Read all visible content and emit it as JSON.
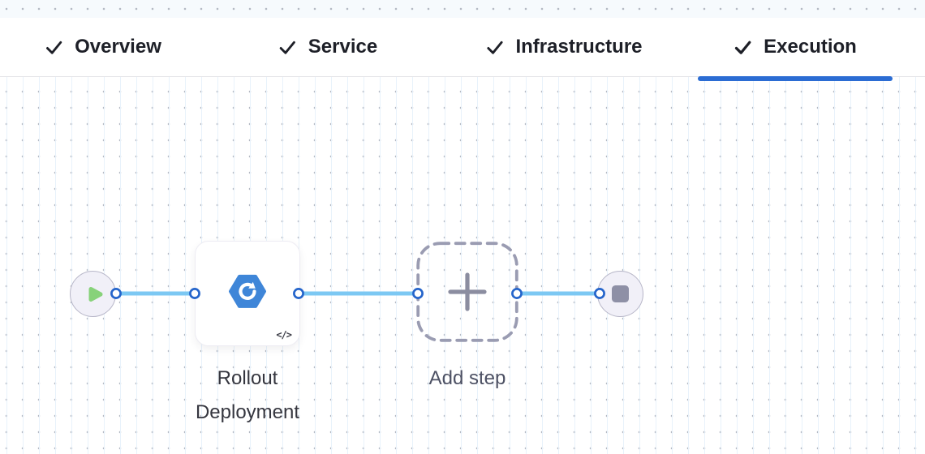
{
  "tabs": {
    "items": [
      {
        "label": "Overview",
        "checked": true,
        "active": false
      },
      {
        "label": "Service",
        "checked": true,
        "active": false
      },
      {
        "label": "Infrastructure",
        "checked": true,
        "active": false
      },
      {
        "label": "Execution",
        "checked": true,
        "active": true
      }
    ]
  },
  "pipeline": {
    "start_node": {
      "icon": "play-icon"
    },
    "steps": [
      {
        "name": "Rollout Deployment",
        "icon": "k8s-rollout-icon",
        "badge_icon": "code-icon",
        "badge_glyph": "</>"
      }
    ],
    "add_step": {
      "label": "Add step",
      "icon": "plus-icon"
    },
    "end_node": {
      "icon": "stop-icon"
    }
  },
  "colors": {
    "active_tab_underline": "#2b6cd3",
    "connector_line": "#7cc8f3",
    "connector_endpoint": "#2565cb",
    "step_icon_blue": "#3f86d8",
    "start_play_green": "#87d27a",
    "node_fill": "#f1f0f8",
    "node_border": "#b7b6c8",
    "dashed_border": "#9a9cb2",
    "tab_text": "#1d1f27",
    "step_label_text": "#35363f",
    "add_step_label_text": "#4d5164",
    "canvas_dot": "#b4b9c3",
    "canvas_line": "#e8f2fb",
    "strip_bg": "#f6fafd"
  }
}
